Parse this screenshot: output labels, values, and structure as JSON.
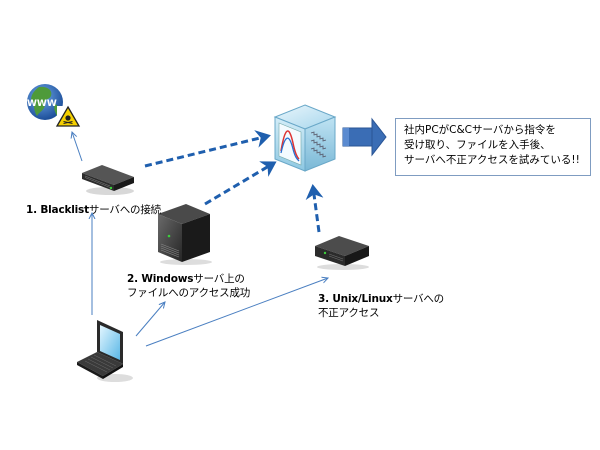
{
  "diagram": {
    "nodes": {
      "blacklist_site": {
        "icon": "www-globe-hazard-icon"
      },
      "gateway": {
        "icon": "network-switch-icon"
      },
      "cnc_server": {
        "icon": "cnc-server-cube-icon"
      },
      "windows_server": {
        "icon": "tower-server-icon"
      },
      "unix_server": {
        "icon": "rack-server-icon"
      },
      "internal_pc": {
        "icon": "laptop-icon"
      }
    },
    "labels": {
      "step1": {
        "num": "1. Blacklist",
        "text": "サーバへの接続"
      },
      "step2": {
        "line1_num": "2. Windows",
        "line1_text": "サーバ上の",
        "line2": "ファイルへのアクセス成功"
      },
      "step3": {
        "line1_num": "3. Unix/Linux",
        "line1_text": "サーバへの",
        "line2": "不正アクセス"
      }
    },
    "callout": {
      "lines": [
        "社内PCがC&Cサーバから指令を",
        "受け取り、ファイルを入手後、",
        "サーバへ不正アクセスを試みている!!"
      ]
    },
    "colors": {
      "dashed_arrow": "#1f5fae",
      "thin_arrow": "#4a7fc1",
      "block_arrow": "#3a6db5",
      "callout_border": "#7f9cc1"
    }
  }
}
